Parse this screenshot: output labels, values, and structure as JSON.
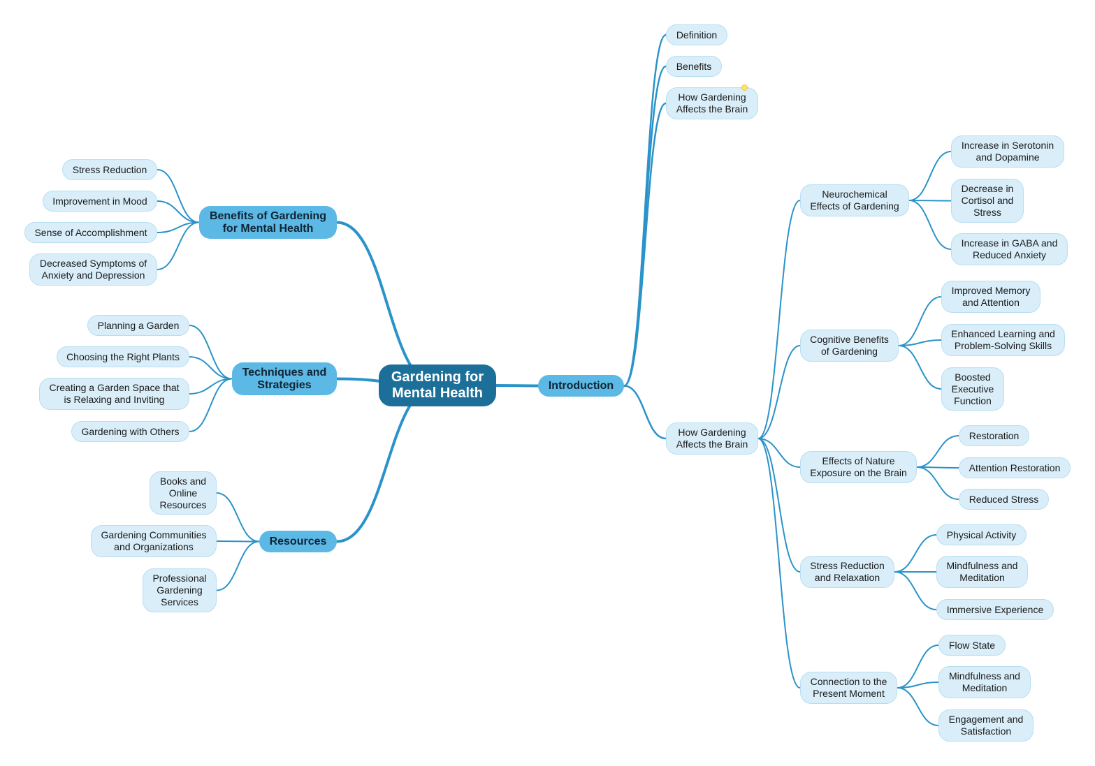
{
  "colors": {
    "link": "#2a93c9",
    "root_fill": "#1c6f99",
    "branch_fill": "#5cb8e4",
    "leaf_fill": "#d9eef9",
    "leaf_border": "#b8def2",
    "marker": "#ffe36a"
  },
  "mindmap": {
    "root": "Gardening for\nMental Health",
    "benefits": {
      "title": "Benefits of Gardening\nfor Mental Health",
      "items": [
        "Stress Reduction",
        "Improvement in Mood",
        "Sense of Accomplishment",
        "Decreased Symptoms of\nAnxiety and Depression"
      ]
    },
    "techniques": {
      "title": "Techniques and\nStrategies",
      "items": [
        "Planning a Garden",
        "Choosing the Right Plants",
        "Creating a Garden Space that\nis Relaxing and Inviting",
        "Gardening with Others"
      ]
    },
    "resources": {
      "title": "Resources",
      "items": [
        "Books and\nOnline\nResources",
        "Gardening Communities\nand Organizations",
        "Professional\nGardening\nServices"
      ]
    },
    "introduction": {
      "title": "Introduction",
      "items": [
        "Definition",
        "Benefits",
        "How Gardening\nAffects the Brain"
      ],
      "brain": {
        "title": "How Gardening\nAffects the Brain",
        "neurochemical": {
          "title": "Neurochemical\nEffects of Gardening",
          "items": [
            "Increase in Serotonin\nand Dopamine",
            "Decrease in\nCortisol and\nStress",
            "Increase in GABA and\nReduced Anxiety"
          ]
        },
        "cognitive": {
          "title": "Cognitive Benefits\nof Gardening",
          "items": [
            "Improved Memory\nand Attention",
            "Enhanced Learning and\nProblem-Solving Skills",
            "Boosted\nExecutive\nFunction"
          ]
        },
        "nature": {
          "title": "Effects of Nature\nExposure on the Brain",
          "items": [
            "Restoration",
            "Attention Restoration",
            "Reduced Stress"
          ]
        },
        "stress": {
          "title": "Stress Reduction\nand Relaxation",
          "items": [
            "Physical Activity",
            "Mindfulness and\nMeditation",
            "Immersive Experience"
          ]
        },
        "present": {
          "title": "Connection to the\nPresent Moment",
          "items": [
            "Flow State",
            "Mindfulness and\nMeditation",
            "Engagement and\nSatisfaction"
          ]
        }
      }
    }
  }
}
